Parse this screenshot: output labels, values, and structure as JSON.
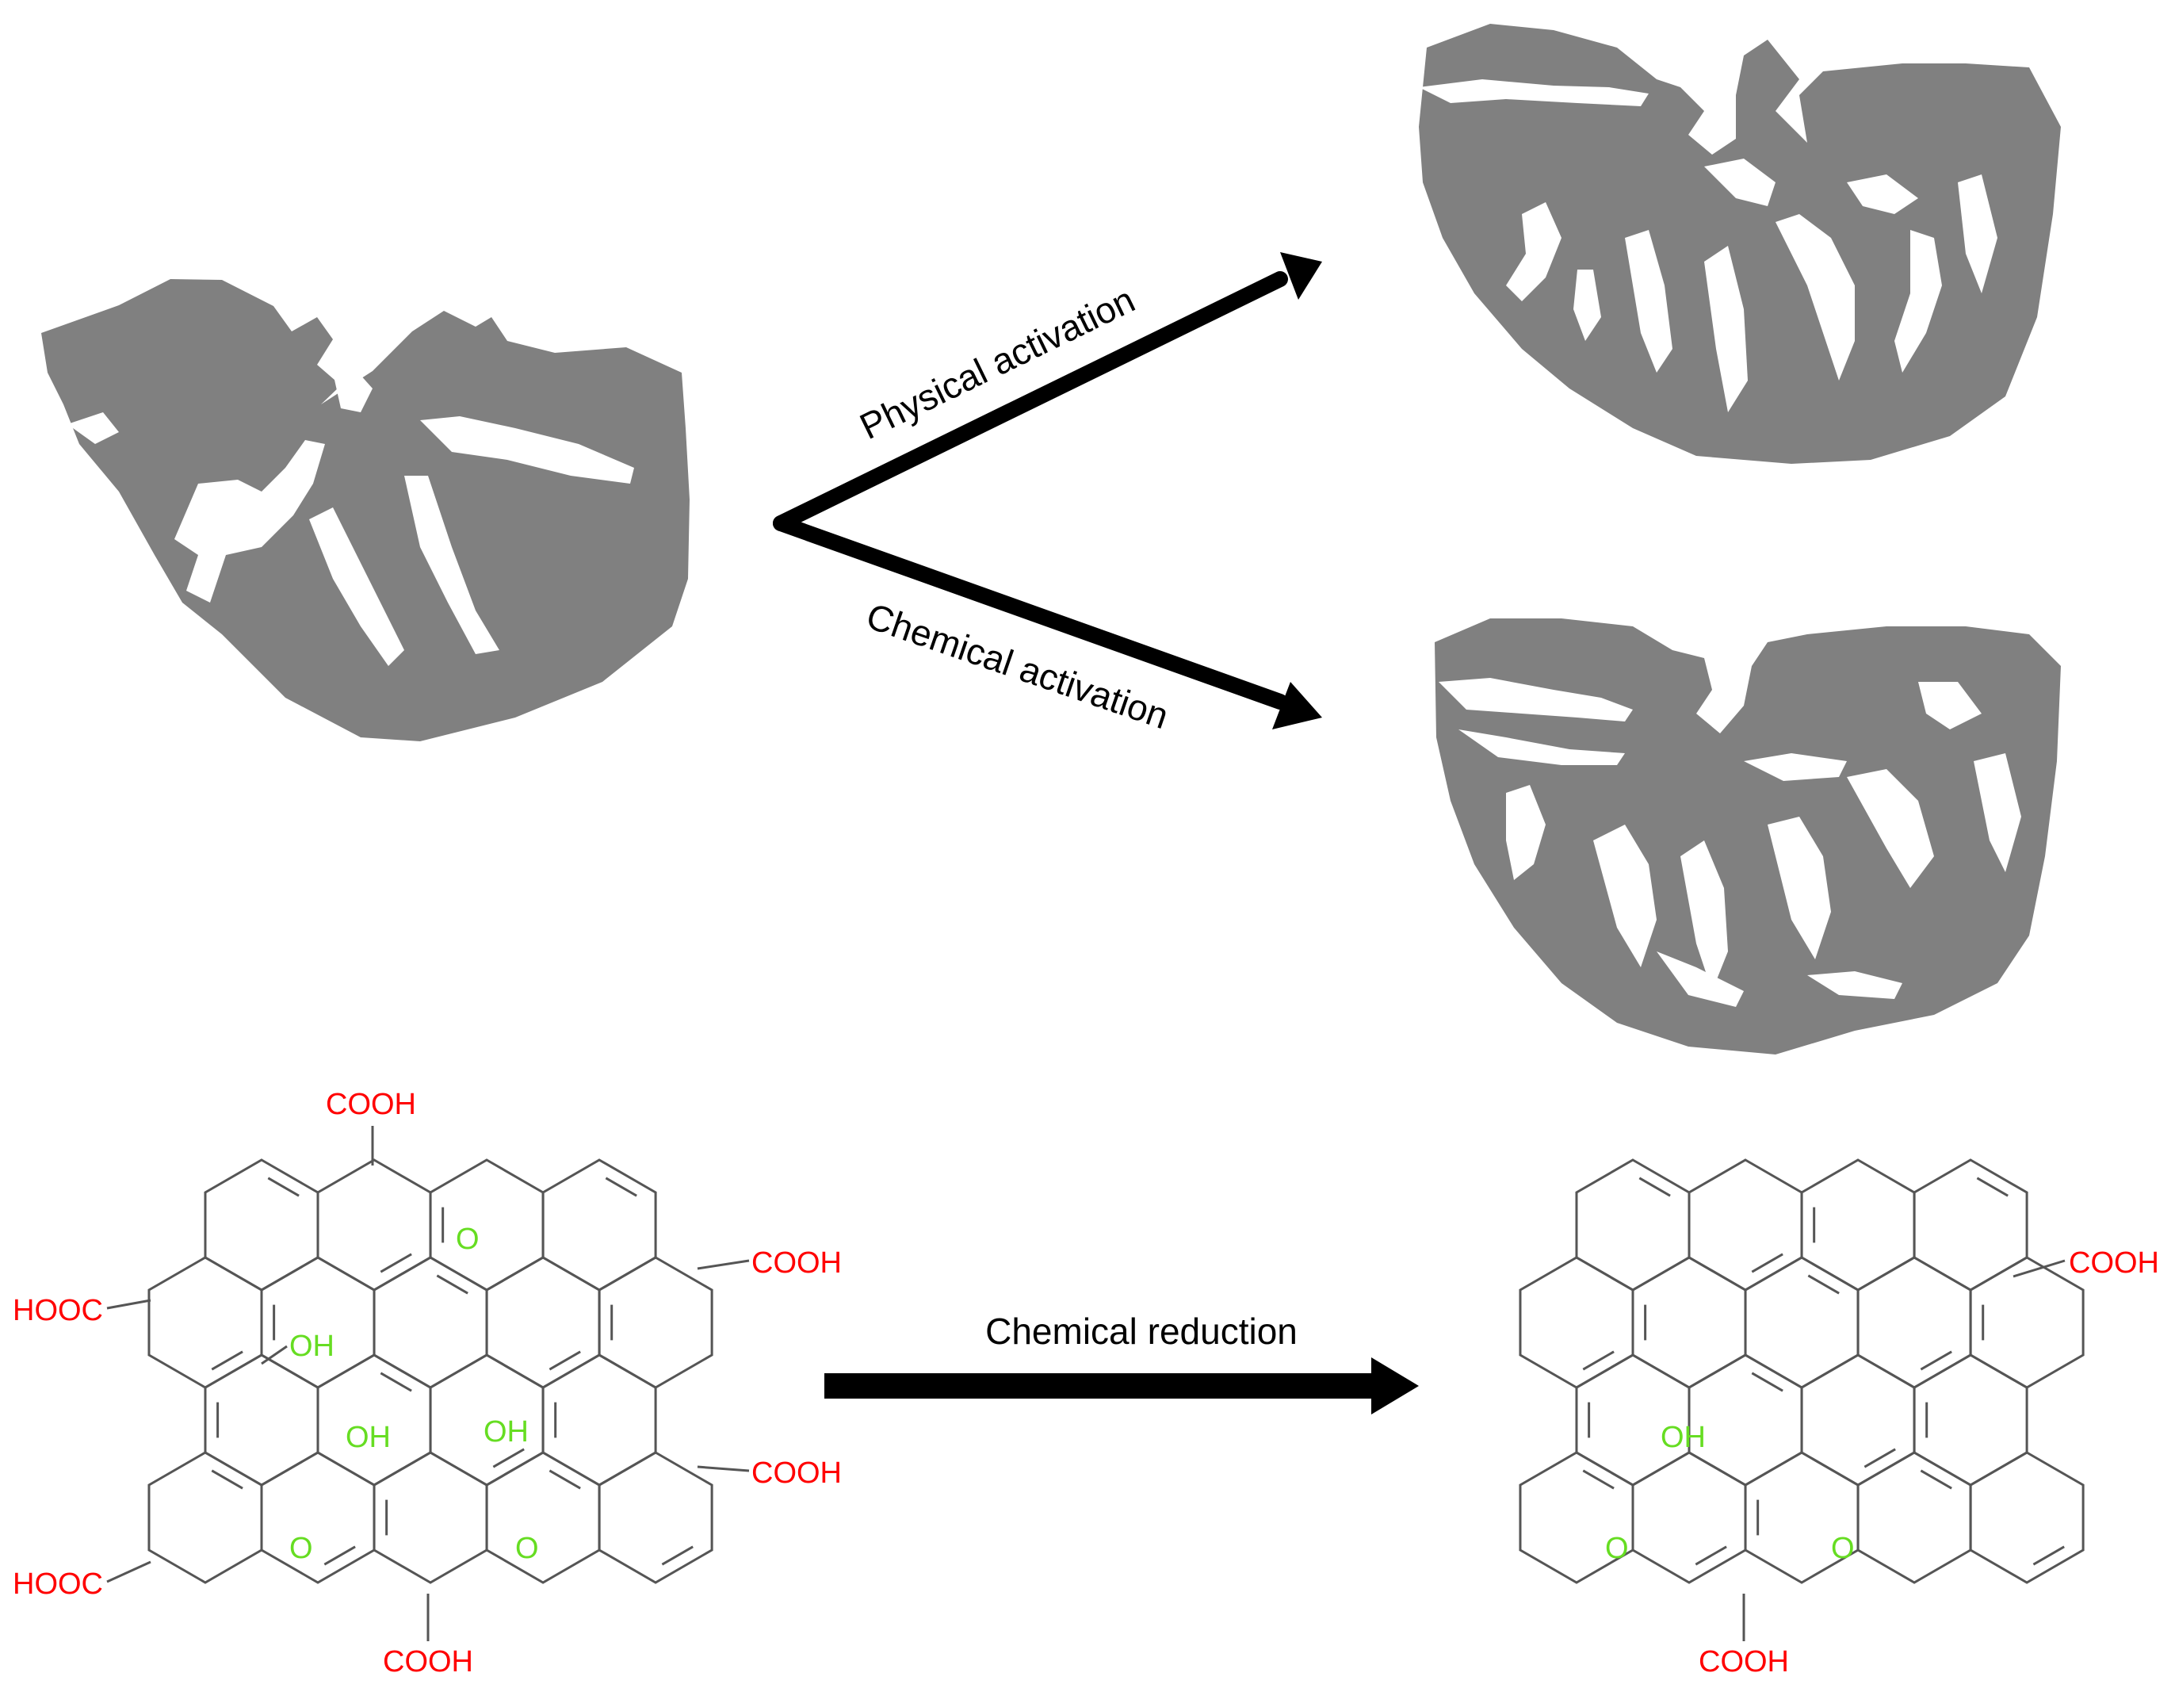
{
  "arrows": {
    "physical": "Physical activation",
    "chemical": "Chemical activation",
    "reduction": "Chemical reduction"
  },
  "groups": {
    "cooh": "COOH",
    "hooc": "HOOC",
    "oh": "OH",
    "o": "O"
  },
  "colors": {
    "particle": "#808080",
    "acid_group": "#ff0000",
    "oxygen_group": "#66dd22",
    "bond": "#555555",
    "arrow": "#000000"
  }
}
